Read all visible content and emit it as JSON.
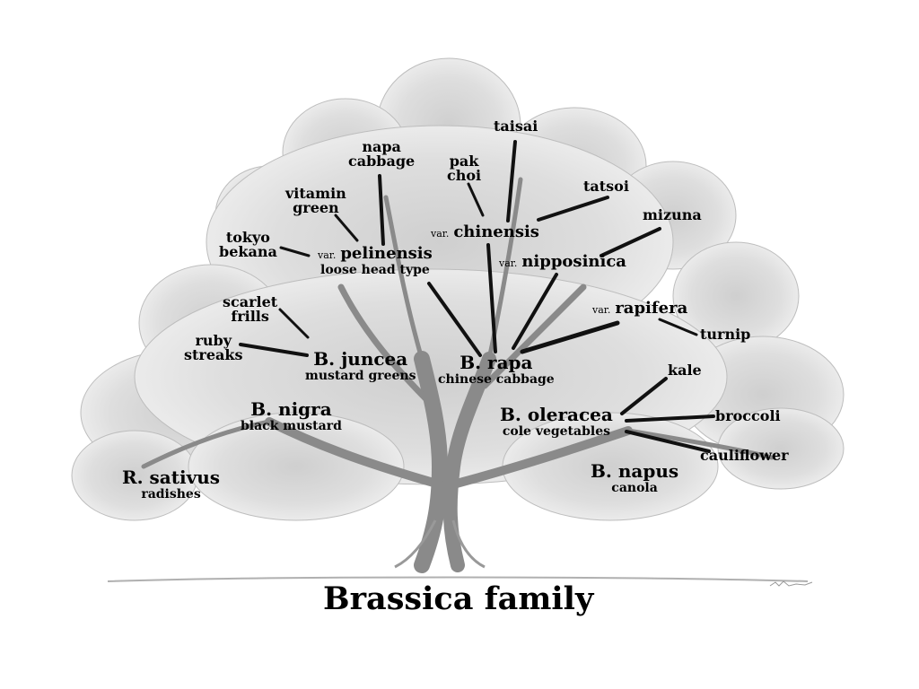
{
  "title": "Brassica family",
  "var_prefix": "var.",
  "species": {
    "rapa": {
      "name": "B.  rapa",
      "common": "chinese cabbage"
    },
    "juncea": {
      "name": "B.  juncea",
      "common": "mustard greens"
    },
    "nigra": {
      "name": "B.  nigra",
      "common": "black mustard"
    },
    "oleracea": {
      "name": "B.  oleracea",
      "common": "cole vegetables"
    },
    "napus": {
      "name": "B.  napus",
      "common": "canola"
    },
    "sativus": {
      "name": "R.  sativus",
      "common": "radishes"
    }
  },
  "varieties": {
    "pelinensis": {
      "name": "pelinensis",
      "common": "loose head type"
    },
    "chinensis": {
      "name": "chinensis"
    },
    "nipposinica": {
      "name": "nipposinica"
    },
    "rapifera": {
      "name": "rapifera"
    }
  },
  "cultivars": {
    "napa_cabbage": [
      "napa",
      "cabbage"
    ],
    "vitamin_green": [
      "vitamin",
      "green"
    ],
    "tokyo_bekana": [
      "tokyo",
      "bekana"
    ],
    "pak_choi": [
      "pak",
      "choi"
    ],
    "taisai": "taisai",
    "tatsoi": "tatsoi",
    "mizuna": "mizuna",
    "scarlet_frills": [
      "scarlet",
      "frills"
    ],
    "ruby_streaks": [
      "ruby",
      "streaks"
    ],
    "turnip": "turnip",
    "kale": "kale",
    "broccoli": "broccoli",
    "cauliflower": "cauliflower"
  }
}
